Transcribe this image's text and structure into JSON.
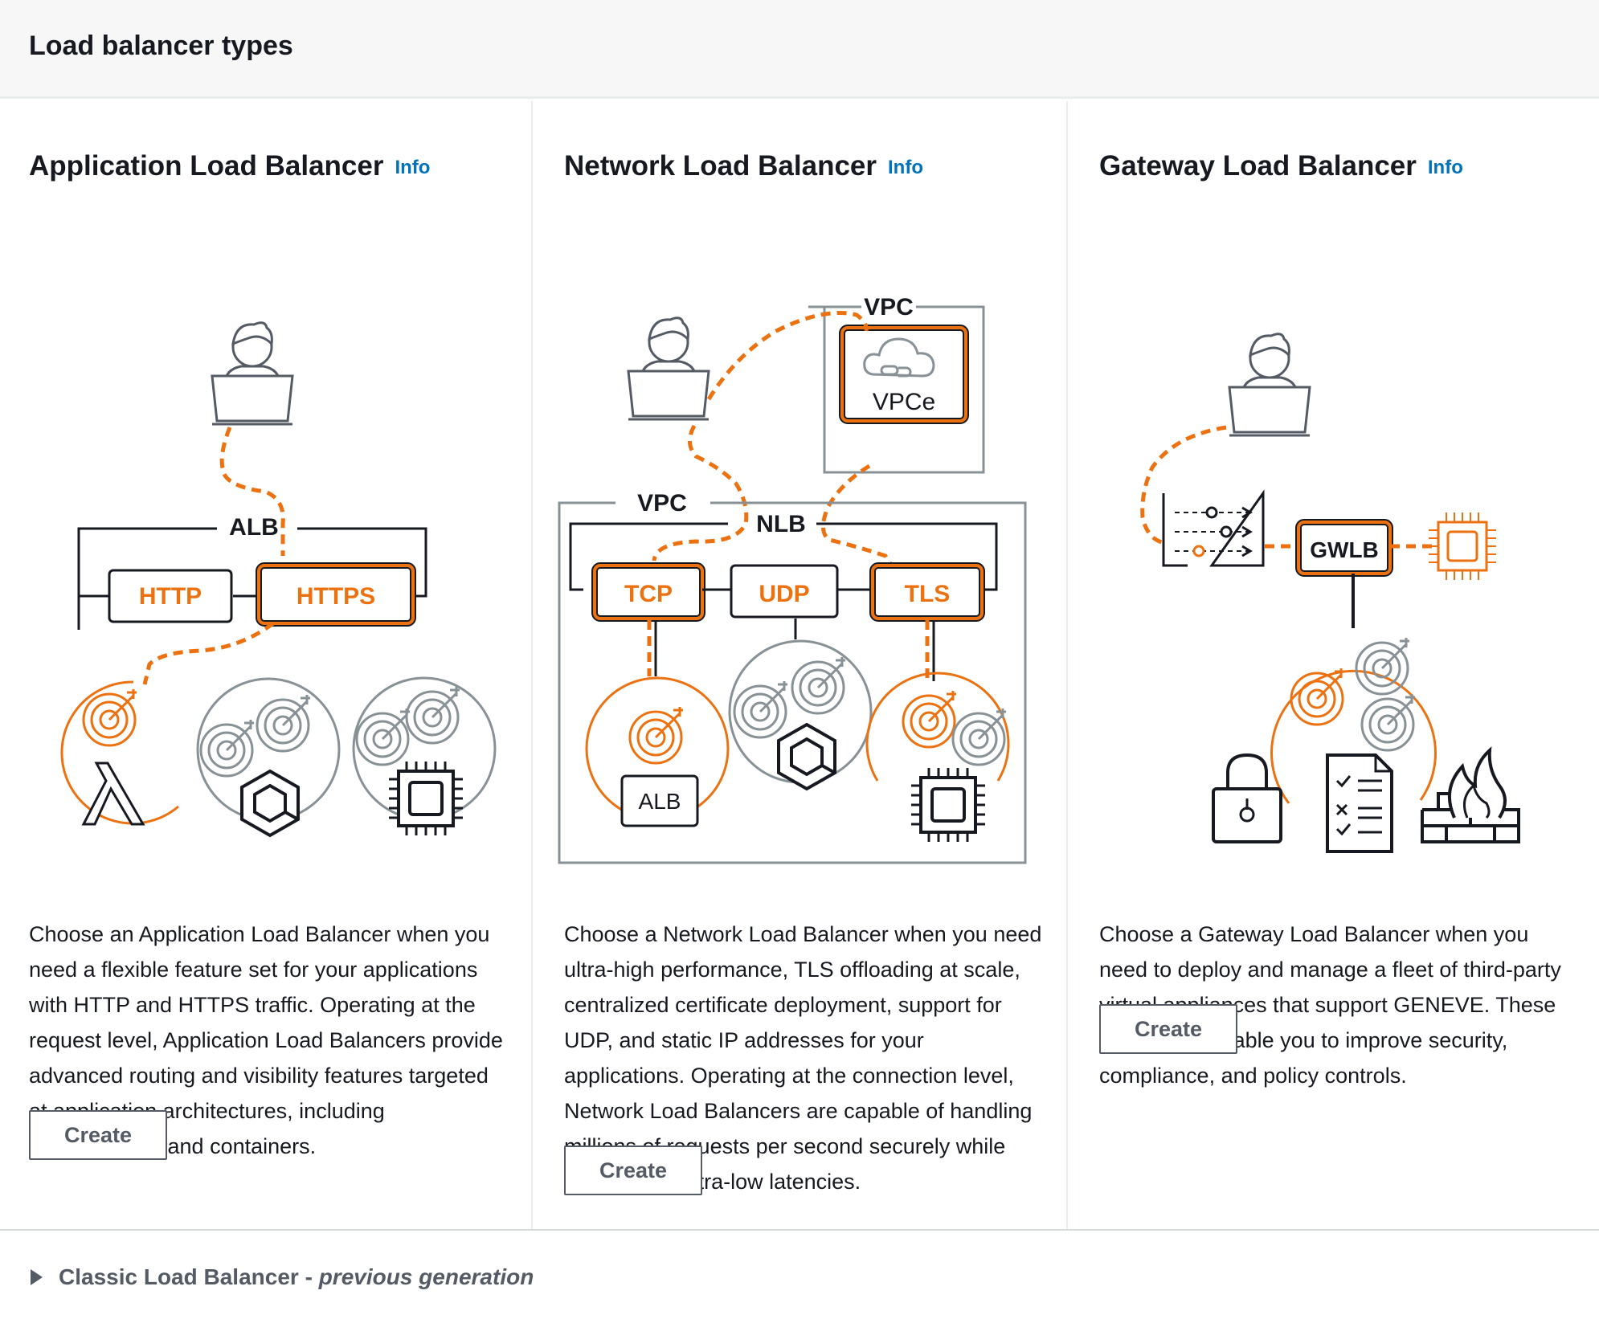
{
  "header": {
    "title": "Load balancer types"
  },
  "columns": [
    {
      "title": "Application Load Balancer",
      "info": "Info",
      "diagram": {
        "group_label": "ALB",
        "listeners": [
          "HTTP",
          "HTTPS"
        ]
      },
      "description": "Choose an Application Load Balancer when you need a flexible feature set for your applications with HTTP and HTTPS traffic. Operating at the request level, Application Load Balancers provide advanced routing and visibility features targeted at application architectures, including microservices and containers.",
      "button": "Create"
    },
    {
      "title": "Network Load Balancer",
      "info": "Info",
      "diagram": {
        "vpc_top": "VPC",
        "vpce": "VPCe",
        "vpc_main": "VPC",
        "group_label": "NLB",
        "listeners": [
          "TCP",
          "UDP",
          "TLS"
        ],
        "target_alb": "ALB"
      },
      "description": "Choose a Network Load Balancer when you need ultra-high performance, TLS offloading at scale, centralized certificate deployment, support for UDP, and static IP addresses for your applications. Operating at the connection level, Network Load Balancers are capable of handling millions of requests per second securely while maintaining ultra-low latencies.",
      "button": "Create"
    },
    {
      "title": "Gateway Load Balancer",
      "info": "Info",
      "diagram": {
        "gateway_label": "GWLB"
      },
      "description": "Choose a Gateway Load Balancer when you need to deploy and manage a fleet of third-party virtual appliances that support GENEVE. These appliances enable you to improve security, compliance, and policy controls.",
      "button": "Create"
    }
  ],
  "footer": {
    "classic_label": "Classic Load Balancer",
    "classic_sep": " - ",
    "classic_sub": "previous generation"
  },
  "colors": {
    "orange": "#ec7211",
    "dark": "#16191f",
    "gray": "#879196",
    "link": "#0073bb"
  }
}
